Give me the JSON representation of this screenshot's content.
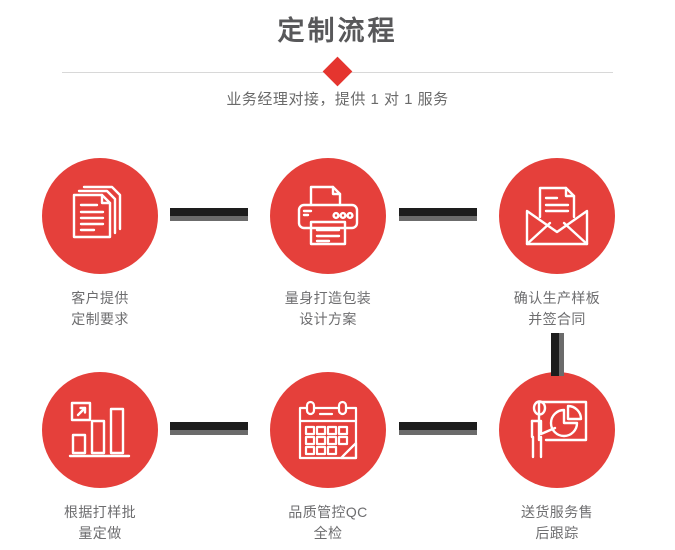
{
  "header": {
    "title": "定制流程",
    "subtitle": "业务经理对接，提供 1 对 1 服务",
    "divider_icon": "diamond-icon",
    "title_color": "#58585a",
    "accent_color": "#e5352f"
  },
  "theme": {
    "circle_red": "#e5403b",
    "connector_dark": "#1d1d1d",
    "connector_grey": "#6b6b6b",
    "label_grey": "#6d6d6f",
    "divider_grey": "#d8d8d8",
    "background": "#ffffff"
  },
  "steps": [
    {
      "index": 1,
      "icon": "documents-stack-icon",
      "label": "客户提供\n定制要求"
    },
    {
      "index": 2,
      "icon": "printer-icon",
      "label": "量身打造包装\n设计方案"
    },
    {
      "index": 3,
      "icon": "open-envelope-icon",
      "label": "确认生产样板\n并签合同"
    },
    {
      "index": 4,
      "icon": "bar-chart-icon",
      "label": "根据打样批\n量定做"
    },
    {
      "index": 5,
      "icon": "calendar-icon",
      "label": "品质管控QC\n全检"
    },
    {
      "index": 6,
      "icon": "presentation-pie-chart-icon",
      "label": "送货服务售\n后跟踪"
    }
  ],
  "connectors": [
    {
      "name": "connector-step1-step2",
      "orientation": "horizontal"
    },
    {
      "name": "connector-step2-step3",
      "orientation": "horizontal"
    },
    {
      "name": "connector-step3-step6",
      "orientation": "vertical"
    },
    {
      "name": "connector-step5-step6",
      "orientation": "horizontal"
    },
    {
      "name": "connector-step4-step5",
      "orientation": "horizontal"
    }
  ]
}
